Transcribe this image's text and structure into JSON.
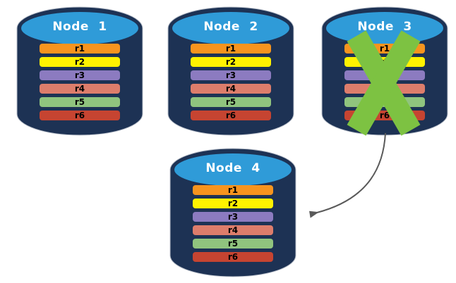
{
  "colors": {
    "background": "#FFFFFF",
    "cylinder_body": "#1D3254",
    "cylinder_outline": "#BCC2CC",
    "cylinder_top": "#2F9BD8",
    "title_text": "#FFFFFF",
    "bar_text": "#000000",
    "failure_x": "#7DC242",
    "arrow": "#595959"
  },
  "nodes": [
    {
      "title": "Node 1",
      "failed": false,
      "rows": [
        {
          "label": "r1",
          "color": "#F7941E"
        },
        {
          "label": "r2",
          "color": "#FFF200"
        },
        {
          "label": "r3",
          "color": "#8C7BC0"
        },
        {
          "label": "r4",
          "color": "#DD7D6B"
        },
        {
          "label": "r5",
          "color": "#90C47E"
        },
        {
          "label": "r6",
          "color": "#C64431"
        }
      ]
    },
    {
      "title": "Node 2",
      "failed": false,
      "rows": [
        {
          "label": "r1",
          "color": "#F7941E"
        },
        {
          "label": "r2",
          "color": "#FFF200"
        },
        {
          "label": "r3",
          "color": "#8C7BC0"
        },
        {
          "label": "r4",
          "color": "#DD7D6B"
        },
        {
          "label": "r5",
          "color": "#90C47E"
        },
        {
          "label": "r6",
          "color": "#C64431"
        }
      ]
    },
    {
      "title": "Node 3",
      "failed": true,
      "rows": [
        {
          "label": "r1",
          "color": "#F7941E"
        },
        {
          "label": "r2",
          "color": "#FFF200"
        },
        {
          "label": "r3",
          "color": "#8C7BC0"
        },
        {
          "label": "r4",
          "color": "#DD7D6B"
        },
        {
          "label": "r5",
          "color": "#90C47E"
        },
        {
          "label": "r6",
          "color": "#C64431"
        }
      ]
    },
    {
      "title": "Node 4",
      "failed": false,
      "rows": [
        {
          "label": "r1",
          "color": "#F7941E"
        },
        {
          "label": "r2",
          "color": "#FFF200"
        },
        {
          "label": "r3",
          "color": "#8C7BC0"
        },
        {
          "label": "r4",
          "color": "#DD7D6B"
        },
        {
          "label": "r5",
          "color": "#90C47E"
        },
        {
          "label": "r6",
          "color": "#C64431"
        }
      ]
    }
  ]
}
